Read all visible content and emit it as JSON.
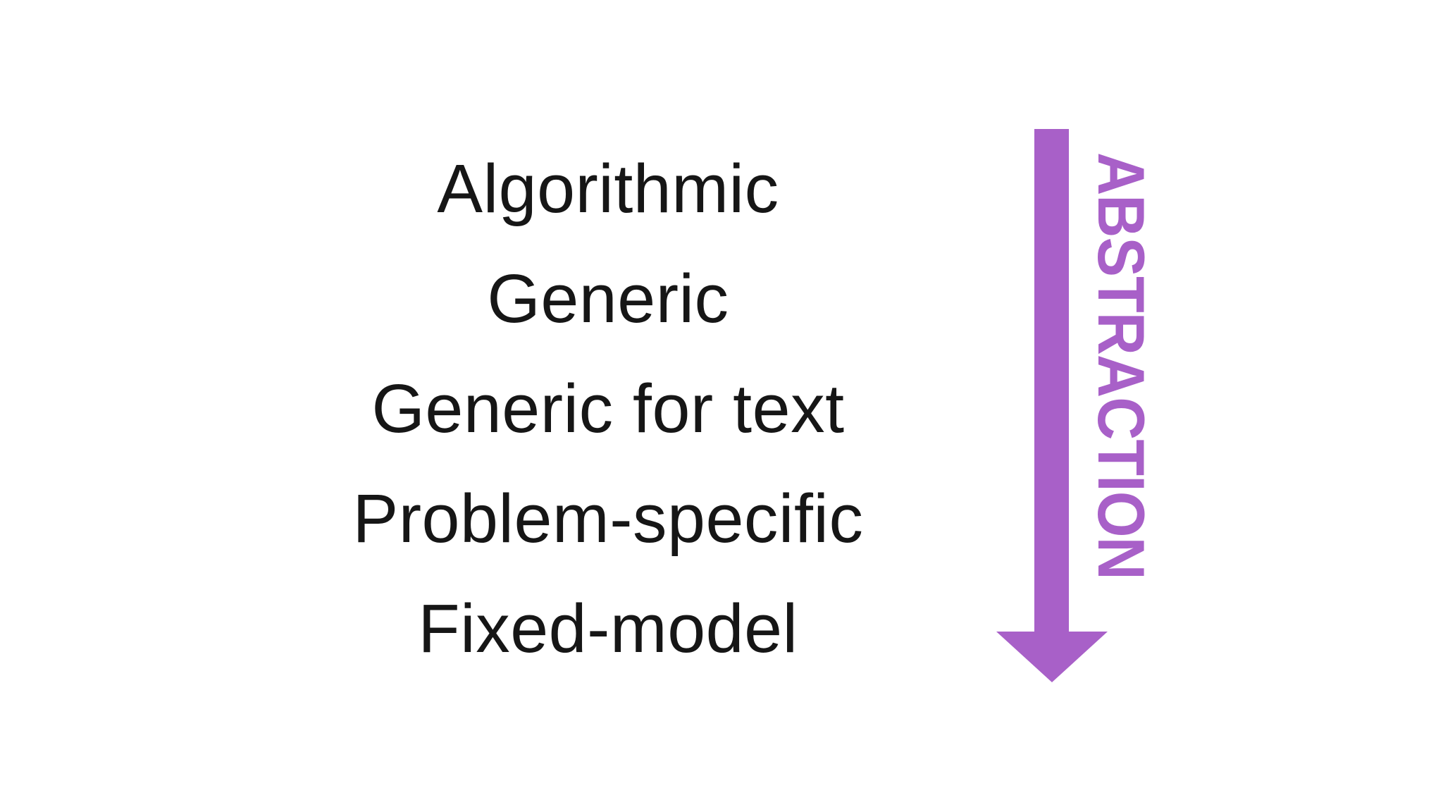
{
  "slide": {
    "background_color": "#ffffff",
    "text_color": "#161616",
    "accent_color": "#a860c8",
    "levels": [
      {
        "label": "Algorithmic"
      },
      {
        "label": "Generic"
      },
      {
        "label": "Generic for text"
      },
      {
        "label": "Problem-specific"
      },
      {
        "label": "Fixed-model"
      }
    ],
    "arrow": {
      "label": "ABSTRACTION",
      "direction": "down"
    }
  }
}
